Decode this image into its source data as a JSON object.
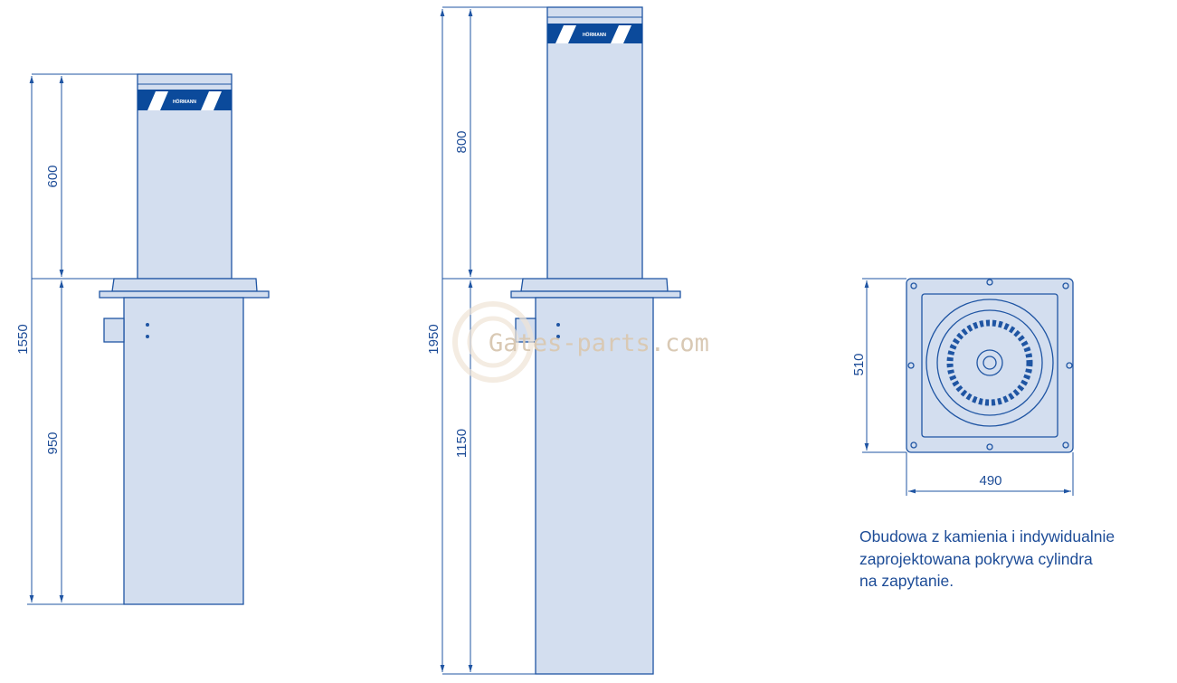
{
  "brand": "HÖRMANN",
  "watermark": "Gates-parts.com",
  "colors": {
    "line": "#1f55a3",
    "fill": "#d3deef",
    "band": "#0b4a9b"
  },
  "left_bollard": {
    "total": "1550",
    "above_ground": "600",
    "below_ground": "950"
  },
  "middle_bollard": {
    "total": "1950",
    "above_ground": "800",
    "below_ground": "1150"
  },
  "cover_plate": {
    "height": "510",
    "width": "490"
  },
  "note": {
    "line1": "Obudowa z kamienia i indywidualnie",
    "line2": "zaprojektowana pokrywa cylindra",
    "line3": "na zapytanie."
  }
}
